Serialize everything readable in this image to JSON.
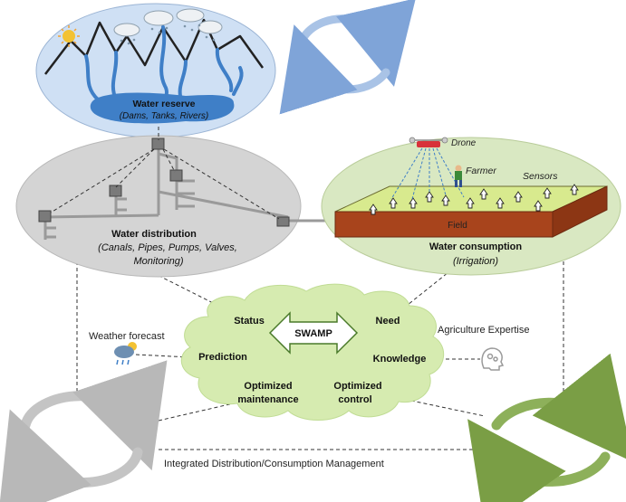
{
  "water_reserve": {
    "title": "Water reserve",
    "subtitle": "(Dams, Tanks, Rivers)"
  },
  "water_distribution": {
    "title": "Water distribution",
    "subtitle_line1": "(Canals, Pipes, Pumps, Valves,",
    "subtitle_line2": "Monitoring)"
  },
  "water_consumption": {
    "title": "Water consumption",
    "subtitle": "(Irrigation)",
    "drone_label": "Drone",
    "farmer_label": "Farmer",
    "sensors_label": "Sensors",
    "field_label": "Field"
  },
  "swamp_cloud": {
    "center_label": "SWAMP",
    "status": "Status",
    "need": "Need",
    "prediction": "Prediction",
    "knowledge": "Knowledge",
    "optimized_maintenance_line1": "Optimized",
    "optimized_maintenance_line2": "maintenance",
    "optimized_control_line1": "Optimized",
    "optimized_control_line2": "control"
  },
  "weather": {
    "label": "Weather forecast",
    "icon": "rain-sun-cloud-icon"
  },
  "agriculture": {
    "label": "Agriculture Expertise",
    "icon": "head-gears-icon"
  },
  "bottom_label": "Integrated Distribution/Consumption Management",
  "colors": {
    "reserve_fill": "#cfe0f4",
    "distribution_fill": "#d4d4d4",
    "consumption_fill": "#d9e8c2",
    "cloud_fill": "#d6ebb0",
    "field_top": "#d8ea8e",
    "field_side": "#a8441c",
    "river": "#3f7fc7",
    "cycle_blue": "#a9c3e6",
    "cycle_grey": "#c4c4c4",
    "cycle_green": "#8db05a"
  }
}
